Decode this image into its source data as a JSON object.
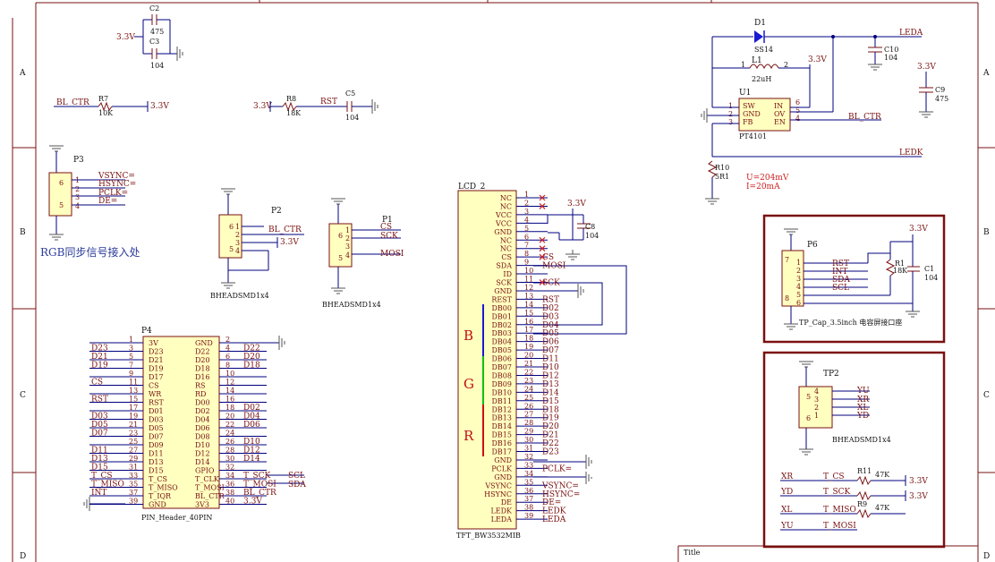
{
  "sheet": {
    "zones_row": [
      "A",
      "B",
      "C",
      "D"
    ],
    "title_label": "Title"
  },
  "top_left": {
    "c2": {
      "ref": "C2",
      "val": "475"
    },
    "c3": {
      "ref": "C3",
      "val": "104"
    },
    "v33": "3.3V",
    "r7": {
      "ref": "R7",
      "val": "10K",
      "net": "BL_CTR",
      "v": "3.3V"
    },
    "r8": {
      "ref": "R8",
      "val": "18K",
      "net": "RST",
      "v": "3.3V"
    },
    "c5": {
      "ref": "C5",
      "val": "104"
    }
  },
  "p3": {
    "ref": "P3",
    "pins": [
      "VSYNC=",
      "HSYNC=",
      "PCLK=",
      "DE="
    ],
    "note": "RGB同步信号接入处"
  },
  "p2": {
    "ref": "P2",
    "nets": [
      "BL_CTR",
      "3.3V"
    ],
    "footprint": "BHEADSMD1x4"
  },
  "p1": {
    "ref": "P1",
    "nets": [
      "CS",
      "SCK",
      "MOSI"
    ],
    "footprint": "BHEADSMD1x4"
  },
  "p4": {
    "ref": "P4",
    "name": "PIN_Header_40PIN",
    "left_labels": [
      "3V",
      "D23",
      "D21",
      "D19",
      "D17",
      "CS",
      "WR",
      "RST",
      "D01",
      "D03",
      "D05",
      "D07",
      "D09",
      "D11",
      "D13",
      "D15",
      "T_CS",
      "T_MISO",
      "T_IQR",
      "GND"
    ],
    "right_labels": [
      "GND",
      "D22",
      "D20",
      "D18",
      "D16",
      "RS",
      "RD",
      "D00",
      "D02",
      "D04",
      "D06",
      "D08",
      "D10",
      "D12",
      "D14",
      "GPIO",
      "T_CLK",
      "T_MOSI",
      "BL_CTR",
      "3V3"
    ],
    "left_nets": [
      "",
      "D23",
      "D21",
      "D19",
      "",
      "CS",
      "",
      "RST",
      "",
      "D03",
      "D05",
      "D07",
      "",
      "D11",
      "D13",
      "D15",
      "T_CS",
      "T_MISO",
      "INT",
      ""
    ],
    "right_nets": [
      "",
      "D22",
      "D20",
      "D18",
      "",
      "",
      "",
      "",
      "D02",
      "D04",
      "D06",
      "",
      "D10",
      "D12",
      "D14",
      "",
      "T_SCK",
      "T_MOSI",
      "BL_CTR",
      "3.3V"
    ],
    "extra_nets": [
      "SCL",
      "SDA"
    ]
  },
  "lcd": {
    "ref": "LCD_2",
    "name": "TFT_BW3532MIB",
    "pins": [
      "NC",
      "NC",
      "VCC",
      "VCC",
      "GND",
      "NC",
      "NC",
      "CS",
      "SDA",
      "ID",
      "SCK",
      "GND",
      "REST",
      "DB00",
      "DB01",
      "DB02",
      "DB03",
      "DB04",
      "DB05",
      "DB06",
      "DB07",
      "DB08",
      "DB09",
      "DB10",
      "DB11",
      "DB12",
      "DB13",
      "DB14",
      "DB15",
      "DB16",
      "DB17",
      "GND",
      "PCLK",
      "GND",
      "VSYNC",
      "HSYNC",
      "DE",
      "LEDK",
      "LEDA"
    ],
    "nets": [
      "",
      "",
      "",
      "",
      "",
      "",
      "",
      "CS",
      "MOSI",
      "",
      "SCK",
      "",
      "RST",
      "D02",
      "D03",
      "D04",
      "D05",
      "D06",
      "D07",
      "D11",
      "D10",
      "D12",
      "D13",
      "D14",
      "D15",
      "D18",
      "D19",
      "D20",
      "D21",
      "D22",
      "D23",
      "",
      "PCLK=",
      "",
      "VSYNC=",
      "HSYNC=",
      "DE=",
      "LEDK",
      "LEDA"
    ],
    "c8": {
      "ref": "C8",
      "val": "104",
      "v": "3.3V"
    },
    "rgb": [
      "B",
      "G",
      "R"
    ]
  },
  "power": {
    "d1": {
      "ref": "D1",
      "val": "SS14"
    },
    "l1": {
      "ref": "L1",
      "val": "22uH"
    },
    "u1": {
      "ref": "U1",
      "name": "PT4101",
      "pins_left": [
        "SW",
        "GND",
        "FB"
      ],
      "pins_right": [
        "IN",
        "OV",
        "EN"
      ]
    },
    "c10": {
      "ref": "C10",
      "val": "104"
    },
    "c9": {
      "ref": "C9",
      "val": "475"
    },
    "r10": {
      "ref": "R10",
      "val": "5R1"
    },
    "leda": "LEDA",
    "ledk": "LEDK",
    "bl": "BL_CTR",
    "v33": "3.3V",
    "note_u": "U=204mV",
    "note_i": "I=20mA"
  },
  "p6": {
    "ref": "P6",
    "nets": [
      "RST",
      "INT",
      "SDA",
      "SCL"
    ],
    "r1": {
      "ref": "R1",
      "val": "18K"
    },
    "c1": {
      "ref": "C1",
      "val": "104"
    },
    "v33": "3.3V",
    "caption": "TP_Cap_3.5inch 电容屏接口座"
  },
  "tp2": {
    "ref": "TP2",
    "nets": [
      "YU",
      "XR",
      "XL",
      "YD"
    ],
    "footprint": "BHEADSMD1x4",
    "rows": [
      {
        "side": "XR",
        "sig": "T_CS",
        "r": "R11",
        "val": "47K",
        "v": "3.3V"
      },
      {
        "side": "YD",
        "sig": "T_SCK",
        "r": "",
        "val": "",
        "v": "3.3V"
      },
      {
        "side": "XL",
        "sig": "T_MISO",
        "r": "R9",
        "val": "47K",
        "v": ""
      },
      {
        "side": "YU",
        "sig": "T_MOSI",
        "r": "",
        "val": "",
        "v": ""
      }
    ]
  }
}
